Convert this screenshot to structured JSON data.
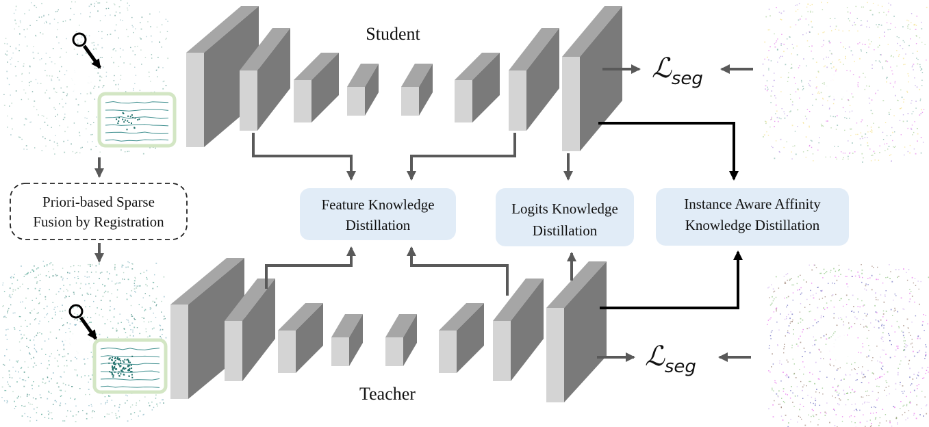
{
  "student_label": "Student",
  "teacher_label": "Teacher",
  "fusion_label_line1": "Priori-based Sparse",
  "fusion_label_line2": "Fusion by Registration",
  "feature_kd_line1": "Feature Knowledge",
  "feature_kd_line2": "Distillation",
  "logits_kd_line1": "Logits Knowledge",
  "logits_kd_line2": "Distillation",
  "instance_kd_line1": "Instance Aware Affinity",
  "instance_kd_line2": "Knowledge Distillation",
  "loss_symbol": "ℒ",
  "loss_subscript": "seg",
  "colors": {
    "block_front": "#d4d4d4",
    "block_side": "#7a7a7a",
    "block_top": "#a6a6a6",
    "distill_box": "#e1ecf7",
    "arrow_gray": "#595959",
    "arrow_black": "#000000",
    "pc_teal": "#3f9a86",
    "pc_magenta": "#e14fe6"
  }
}
